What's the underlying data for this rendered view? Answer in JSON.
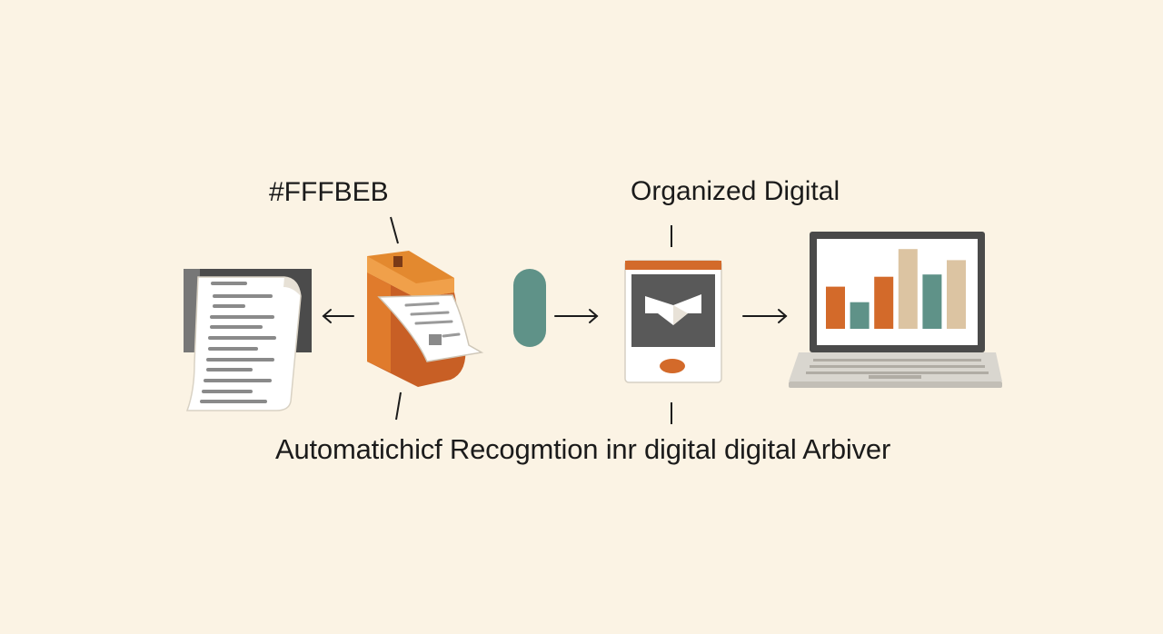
{
  "labels": {
    "top_left": "#FFFBEB",
    "top_right": "Organized Digital",
    "bottom": "Automatichicf Recogmtion inr digital digital Arbiver"
  },
  "colors": {
    "background": "#fbf3e4",
    "orange": "#d36a2a",
    "teal": "#5f9288",
    "tan": "#dcc4a2",
    "dark_gray": "#4a4a4a",
    "paper": "#ffffff"
  },
  "chart_data": {
    "type": "bar",
    "categories": [],
    "values": [
      0.38,
      0.24,
      0.47,
      0.72,
      0.49,
      0.62
    ],
    "bar_colors": [
      "orange",
      "teal",
      "orange",
      "tan",
      "teal",
      "tan"
    ],
    "title": "",
    "xlabel": "",
    "ylabel": "",
    "ylim": [
      0,
      1
    ],
    "grid": false,
    "legend": "none"
  }
}
